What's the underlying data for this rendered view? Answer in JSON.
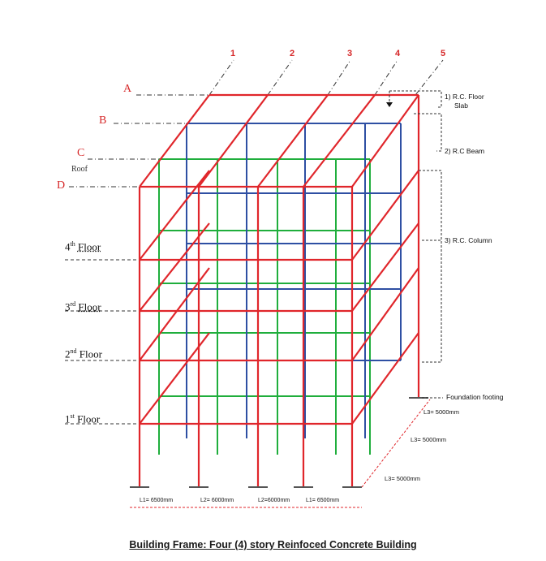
{
  "grid_numbers": [
    "1",
    "2",
    "3",
    "4",
    "5"
  ],
  "grid_letters": [
    "A",
    "B",
    "C",
    "D"
  ],
  "roof_label": "Roof",
  "floors": {
    "fourth": {
      "num": "4",
      "sup": "th",
      "word": "Floor"
    },
    "third": {
      "num": "3",
      "sup": "rd",
      "word": "Floor"
    },
    "second": {
      "num": "2",
      "sup": "nd",
      "word": "Floor"
    },
    "first": {
      "num": "1",
      "sup": "st",
      "word": "Floor"
    }
  },
  "callouts": {
    "slab_line1": "1) R.C. Floor",
    "slab_line2": "Slab",
    "beam": "2) R.C Beam",
    "column": "3) R.C. Column",
    "footing": "Foundation footing"
  },
  "depth_dims": [
    "L3= 5000mm",
    "L3= 5000mm",
    "L3= 5000mm"
  ],
  "width_dims": [
    "L1= 6500mm",
    "L2= 6000mm",
    "L2=6000mm",
    "L1= 6500mm"
  ],
  "caption": "Building Frame: Four (4) story Reinfoced Concrete Building",
  "colors": {
    "front_frame": "#e0262b",
    "blue_frame": "#2e4fa3",
    "green_frame": "#1fae3c",
    "label_red": "#d62728",
    "dash": "#333333"
  }
}
